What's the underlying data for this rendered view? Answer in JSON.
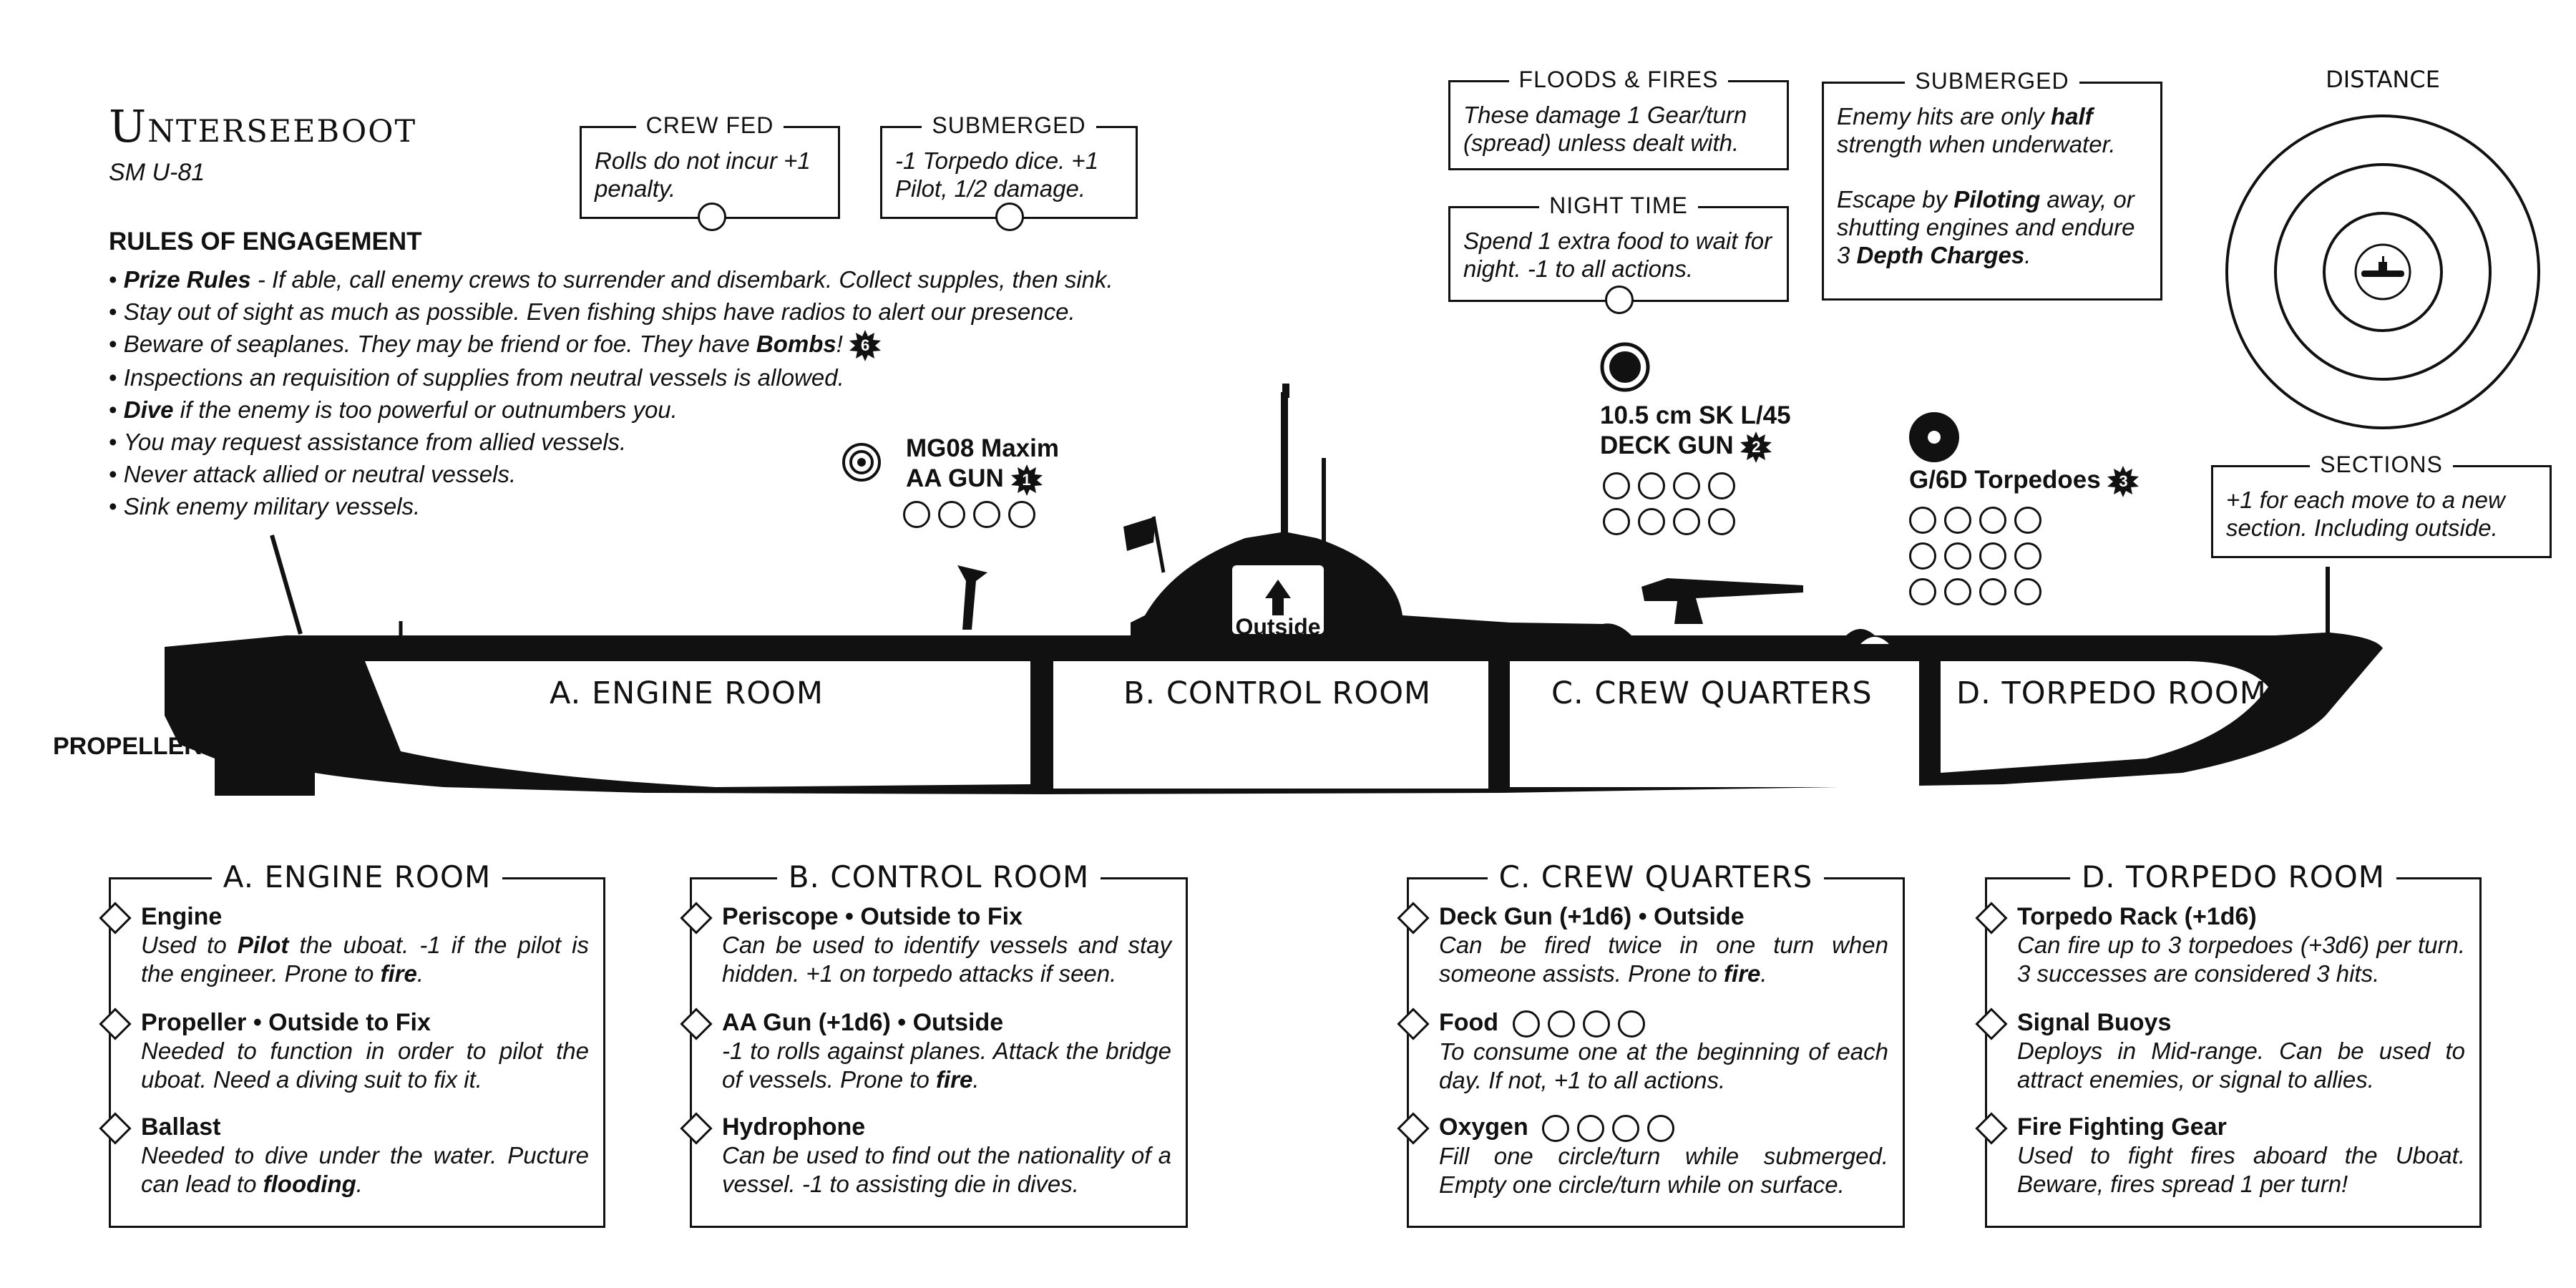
{
  "header": {
    "title": "Unterseeboot",
    "subtitle": "SM U-81"
  },
  "rules": {
    "heading": "RULES OF ENGAGEMENT",
    "items": [
      {
        "bold": "Prize Rules",
        "text": " - If able, call enemy crews to surrender and disembark. Collect supples, then sink."
      },
      {
        "bold": "",
        "text": "Stay out of sight as much as possible. Even fishing ships have radios to alert our presence."
      },
      {
        "bold": "",
        "text": "Beware of seaplanes. They may be friend or foe. They have ",
        "bold_after": "Bombs",
        "suffix": "!",
        "badge": "6"
      },
      {
        "bold": "",
        "text": "Inspections an requisition of supplies from neutral vessels is allowed."
      },
      {
        "bold": "Dive",
        "text": " if the enemy is too powerful or outnumbers you."
      },
      {
        "bold": "",
        "text": "You may request assistance from allied vessels."
      },
      {
        "bold": "",
        "text": "Never attack allied or neutral vessels."
      },
      {
        "bold": "",
        "text": "Sink enemy military vessels."
      }
    ]
  },
  "status_boxes": {
    "crew_fed": {
      "title": "CREW FED",
      "body": "Rolls do not incur +1 penalty."
    },
    "submerged_small": {
      "title": "SUBMERGED",
      "body": "-1 Torpedo dice. +1 Pilot, 1/2 damage."
    },
    "floods_fires": {
      "title": "FLOODS & FIRES",
      "body": "These damage 1 Gear/turn (spread) unless dealt with."
    },
    "night_time": {
      "title": "NIGHT TIME",
      "body": "Spend 1 extra food to wait for night. -1 to all actions."
    },
    "submerged_big": {
      "title": "SUBMERGED",
      "line1a": "Enemy hits are only ",
      "line1b": "half",
      "line1c": " strength when underwater.",
      "line2a": "Escape by ",
      "line2b": "Piloting",
      "line2c": " away, or shutting engines and endure 3 ",
      "line2d": "Depth Charges",
      "line2e": "."
    },
    "sections": {
      "title": "SECTIONS",
      "body": "+1 for each move to a new section. Including outside."
    }
  },
  "distance": {
    "label": "DISTANCE"
  },
  "weapons": {
    "aa_gun": {
      "line1": "MG08 Maxim",
      "line2": "AA GUN",
      "badge": "1",
      "ammo": 4
    },
    "deck_gun": {
      "line1": "10.5 cm SK L/45",
      "line2": "DECK GUN",
      "badge": "2",
      "ammo": 8
    },
    "torpedoes": {
      "line1": "G/6D Torpedoes",
      "badge": "3",
      "ammo": 12
    }
  },
  "sub": {
    "propeller_label": "PROPELLER",
    "outside_label": "Outside",
    "rooms": [
      "A. ENGINE ROOM",
      "B. CONTROL ROOM",
      "C. CREW QUARTERS",
      "D. TORPEDO ROOM"
    ]
  },
  "panels": [
    {
      "title": "A. ENGINE ROOM",
      "items": [
        {
          "name": "Engine",
          "desc_html": "Used to <b>Pilot</b> the uboat. -1 if the pilot is the engineer. Prone to <b>fire</b>."
        },
        {
          "name": "Propeller • Outside to Fix",
          "desc_html": "Needed to function in order to pilot the uboat. Need a diving suit to fix it."
        },
        {
          "name": "Ballast",
          "desc_html": "Needed to dive  under the water. Pucture can lead to <b>flooding</b>."
        }
      ]
    },
    {
      "title": "B. CONTROL ROOM",
      "items": [
        {
          "name": "Periscope • Outside to Fix",
          "desc_html": "Can be used to identify vessels and stay hidden. +1 on torpedo attacks if seen."
        },
        {
          "name": "AA Gun (+1d6) • Outside",
          "desc_html": "-1 to rolls against planes. Attack the bridge of vessels. Prone to <b>fire</b>."
        },
        {
          "name": "Hydrophone",
          "desc_html": "Can be used to find out the nationality of a vessel. -1 to assisting die in dives."
        }
      ]
    },
    {
      "title": "C. CREW QUARTERS",
      "items": [
        {
          "name": "Deck Gun (+1d6) • Outside",
          "desc_html": "Can be fired twice in one turn when someone assists. Prone to <b>fire</b>."
        },
        {
          "name": "Food",
          "circles": 4,
          "desc_html": "To consume one at the beginning of each day. If not, +1 to all actions."
        },
        {
          "name": "Oxygen",
          "circles": 4,
          "desc_html": "Fill one circle/turn while submerged. Empty one circle/turn while on surface."
        }
      ]
    },
    {
      "title": "D. TORPEDO ROOM",
      "items": [
        {
          "name": "Torpedo Rack (+1d6)",
          "desc_html": "Can fire up to 3 torpedoes (+3d6) per turn. 3 successes are considered 3 hits."
        },
        {
          "name": "Signal Buoys",
          "desc_html": "Deploys in Mid-range. Can be used to attract enemies, or signal to allies."
        },
        {
          "name": "Fire Fighting Gear",
          "desc_html": "Used to fight fires aboard the Uboat. Beware, fires spread 1 per turn!"
        }
      ]
    }
  ]
}
